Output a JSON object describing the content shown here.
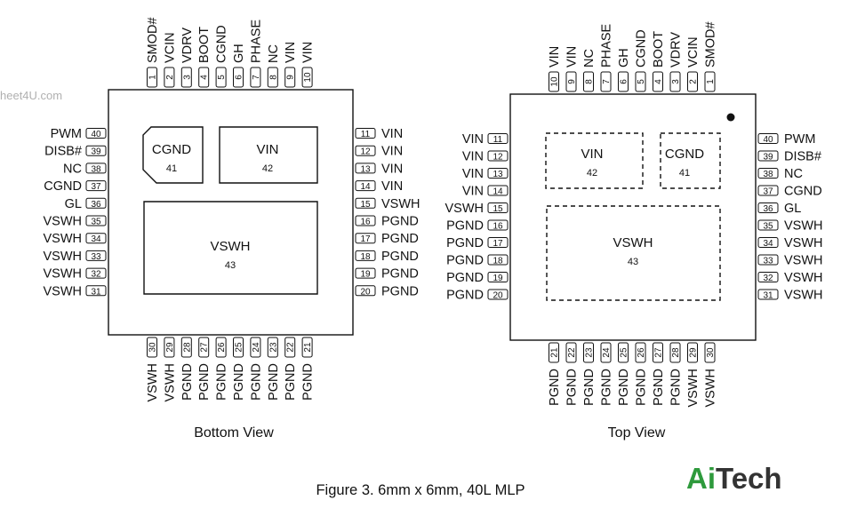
{
  "watermark": "heet4U.com",
  "caption": "Figure 3. 6mm x 6mm, 40L MLP",
  "logo": {
    "part1": "Ai",
    "part2": "Tech",
    "color1": "#2e9a3c",
    "color2": "#333333"
  },
  "bottom_view": {
    "title": "Bottom View",
    "left_pins": [
      {
        "num": "40",
        "name": "PWM"
      },
      {
        "num": "39",
        "name": "DISB#"
      },
      {
        "num": "38",
        "name": "NC"
      },
      {
        "num": "37",
        "name": "CGND"
      },
      {
        "num": "36",
        "name": "GL"
      },
      {
        "num": "35",
        "name": "VSWH"
      },
      {
        "num": "34",
        "name": "VSWH"
      },
      {
        "num": "33",
        "name": "VSWH"
      },
      {
        "num": "32",
        "name": "VSWH"
      },
      {
        "num": "31",
        "name": "VSWH"
      }
    ],
    "right_pins": [
      {
        "num": "11",
        "name": "VIN"
      },
      {
        "num": "12",
        "name": "VIN"
      },
      {
        "num": "13",
        "name": "VIN"
      },
      {
        "num": "14",
        "name": "VIN"
      },
      {
        "num": "15",
        "name": "VSWH"
      },
      {
        "num": "16",
        "name": "PGND"
      },
      {
        "num": "17",
        "name": "PGND"
      },
      {
        "num": "18",
        "name": "PGND"
      },
      {
        "num": "19",
        "name": "PGND"
      },
      {
        "num": "20",
        "name": "PGND"
      }
    ],
    "top_pins": [
      {
        "num": "1",
        "name": "SMOD#"
      },
      {
        "num": "2",
        "name": "VCIN"
      },
      {
        "num": "3",
        "name": "VDRV"
      },
      {
        "num": "4",
        "name": "BOOT"
      },
      {
        "num": "5",
        "name": "CGND"
      },
      {
        "num": "6",
        "name": "GH"
      },
      {
        "num": "7",
        "name": "PHASE"
      },
      {
        "num": "8",
        "name": "NC"
      },
      {
        "num": "9",
        "name": "VIN"
      },
      {
        "num": "10",
        "name": "VIN"
      }
    ],
    "bottom_pins": [
      {
        "num": "30",
        "name": "VSWH"
      },
      {
        "num": "29",
        "name": "VSWH"
      },
      {
        "num": "28",
        "name": "PGND"
      },
      {
        "num": "27",
        "name": "PGND"
      },
      {
        "num": "26",
        "name": "PGND"
      },
      {
        "num": "25",
        "name": "PGND"
      },
      {
        "num": "24",
        "name": "PGND"
      },
      {
        "num": "23",
        "name": "PGND"
      },
      {
        "num": "22",
        "name": "PGND"
      },
      {
        "num": "21",
        "name": "PGND"
      }
    ],
    "pads": [
      {
        "name": "CGND",
        "num": "41"
      },
      {
        "name": "VIN",
        "num": "42"
      },
      {
        "name": "VSWH",
        "num": "43"
      }
    ]
  },
  "top_view": {
    "title": "Top View",
    "left_pins": [
      {
        "num": "11",
        "name": "VIN"
      },
      {
        "num": "12",
        "name": "VIN"
      },
      {
        "num": "13",
        "name": "VIN"
      },
      {
        "num": "14",
        "name": "VIN"
      },
      {
        "num": "15",
        "name": "VSWH"
      },
      {
        "num": "16",
        "name": "PGND"
      },
      {
        "num": "17",
        "name": "PGND"
      },
      {
        "num": "18",
        "name": "PGND"
      },
      {
        "num": "19",
        "name": "PGND"
      },
      {
        "num": "20",
        "name": "PGND"
      }
    ],
    "right_pins": [
      {
        "num": "40",
        "name": "PWM"
      },
      {
        "num": "39",
        "name": "DISB#"
      },
      {
        "num": "38",
        "name": "NC"
      },
      {
        "num": "37",
        "name": "CGND"
      },
      {
        "num": "36",
        "name": "GL"
      },
      {
        "num": "35",
        "name": "VSWH"
      },
      {
        "num": "34",
        "name": "VSWH"
      },
      {
        "num": "33",
        "name": "VSWH"
      },
      {
        "num": "32",
        "name": "VSWH"
      },
      {
        "num": "31",
        "name": "VSWH"
      }
    ],
    "top_pins": [
      {
        "num": "10",
        "name": "VIN"
      },
      {
        "num": "9",
        "name": "VIN"
      },
      {
        "num": "8",
        "name": "NC"
      },
      {
        "num": "7",
        "name": "PHASE"
      },
      {
        "num": "6",
        "name": "GH"
      },
      {
        "num": "5",
        "name": "CGND"
      },
      {
        "num": "4",
        "name": "BOOT"
      },
      {
        "num": "3",
        "name": "VDRV"
      },
      {
        "num": "2",
        "name": "VCIN"
      },
      {
        "num": "1",
        "name": "SMOD#"
      }
    ],
    "bottom_pins": [
      {
        "num": "21",
        "name": "PGND"
      },
      {
        "num": "22",
        "name": "PGND"
      },
      {
        "num": "23",
        "name": "PGND"
      },
      {
        "num": "24",
        "name": "PGND"
      },
      {
        "num": "25",
        "name": "PGND"
      },
      {
        "num": "26",
        "name": "PGND"
      },
      {
        "num": "27",
        "name": "PGND"
      },
      {
        "num": "28",
        "name": "PGND"
      },
      {
        "num": "29",
        "name": "VSWH"
      },
      {
        "num": "30",
        "name": "VSWH"
      }
    ],
    "pads": [
      {
        "name": "VIN",
        "num": "42"
      },
      {
        "name": "CGND",
        "num": "41"
      },
      {
        "name": "VSWH",
        "num": "43"
      }
    ]
  }
}
